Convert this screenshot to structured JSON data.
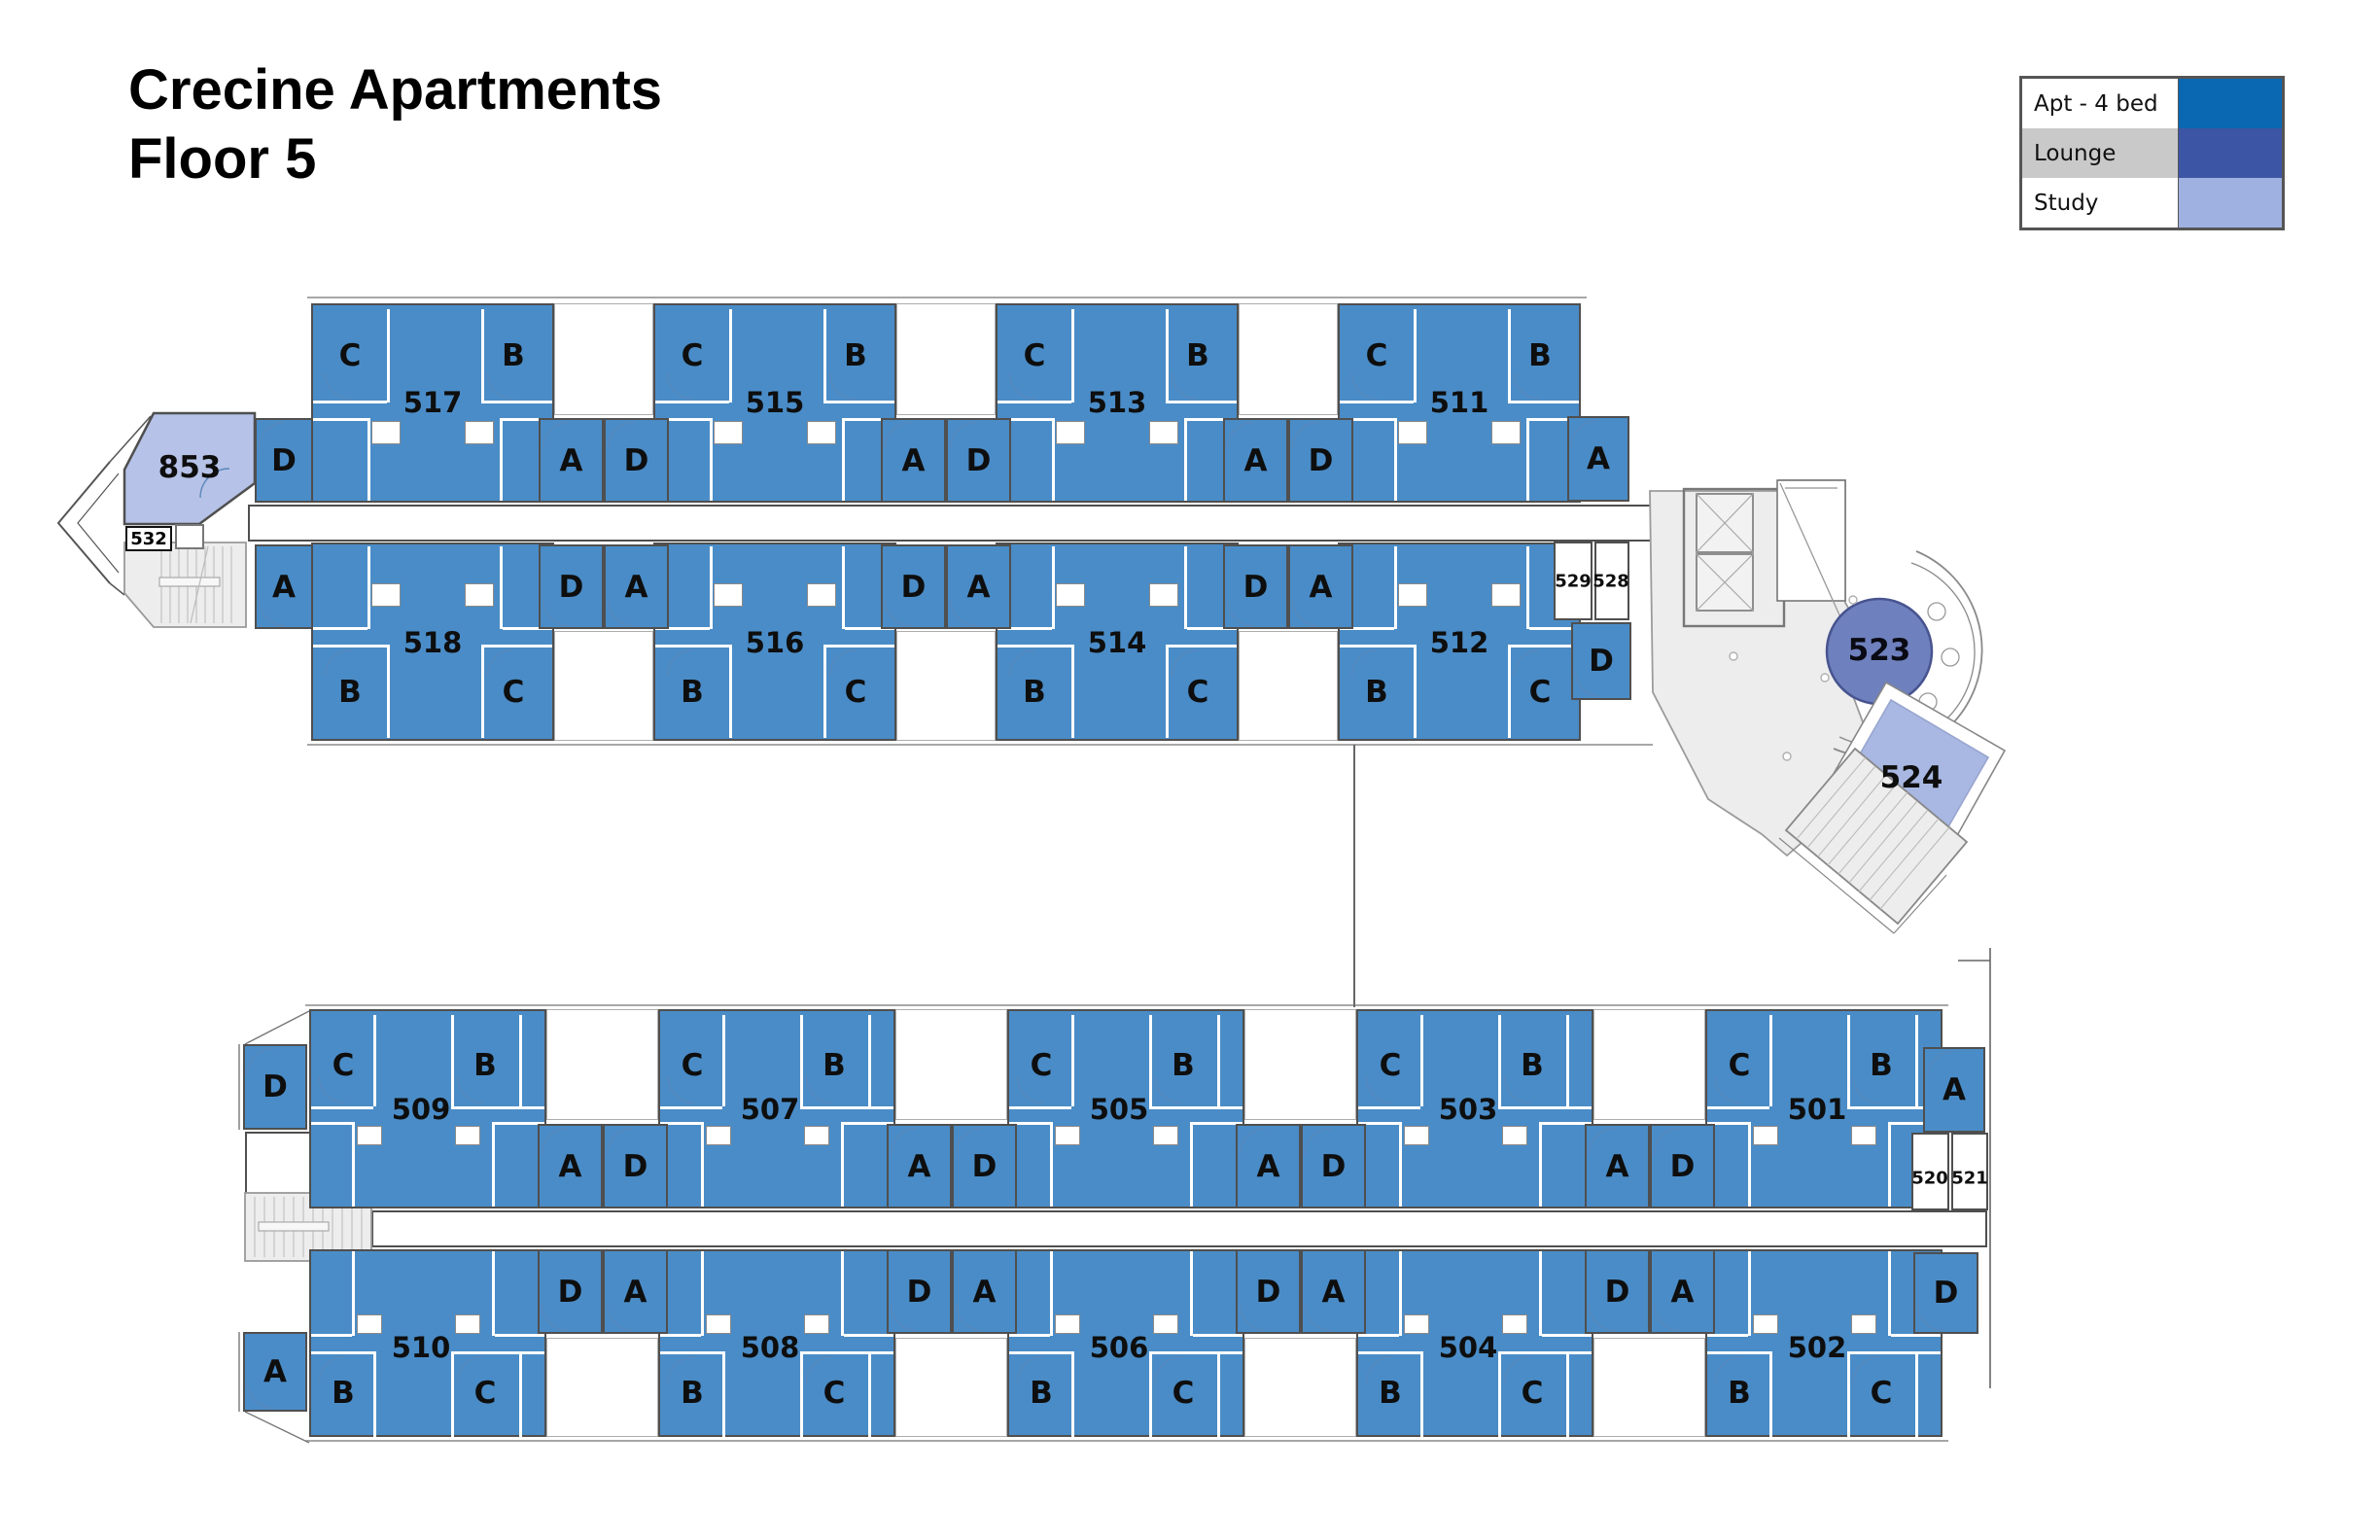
{
  "title": {
    "line1": "Crecine Apartments",
    "line2": "Floor 5"
  },
  "legend": {
    "items": [
      {
        "label": "Apt - 4 bed",
        "swatch": "#0a68b3",
        "label_bg": "#ffffff"
      },
      {
        "label": "Lounge",
        "swatch": "#3c55a4",
        "label_bg": "#c9c9c9"
      },
      {
        "label": "Study",
        "swatch": "#9fb1e0",
        "label_bg": "#ffffff"
      }
    ]
  },
  "colors": {
    "apartment_room": "#4a8cc7",
    "lounge_room": "#6e80bd",
    "study_room": "#a9b8e2",
    "study_room_west": "#b6c2e7",
    "stair_gray": "#ededed",
    "wall": "#4f4f4f"
  },
  "floor_plan": {
    "top_wing": {
      "north_row": [
        {
          "number": "517",
          "rooms": {
            "top_left": "C",
            "top_right": "B",
            "left": "D",
            "right": "A"
          }
        },
        {
          "number": "515",
          "rooms": {
            "top_left": "C",
            "top_right": "B",
            "left": "D",
            "right": "A"
          }
        },
        {
          "number": "513",
          "rooms": {
            "top_left": "C",
            "top_right": "B",
            "left": "D",
            "right": "A"
          }
        },
        {
          "number": "511",
          "rooms": {
            "top_left": "C",
            "top_right": "B",
            "left": "D",
            "right": "A"
          }
        }
      ],
      "south_row": [
        {
          "number": "518",
          "rooms": {
            "left": "A",
            "right": "D",
            "bottom_left": "B",
            "bottom_right": "C"
          }
        },
        {
          "number": "516",
          "rooms": {
            "left": "A",
            "right": "D",
            "bottom_left": "B",
            "bottom_right": "C"
          }
        },
        {
          "number": "514",
          "rooms": {
            "left": "A",
            "right": "D",
            "bottom_left": "B",
            "bottom_right": "C"
          }
        },
        {
          "number": "512",
          "rooms": {
            "left": "A",
            "right": "D",
            "bottom_left": "B",
            "bottom_right": "C"
          }
        }
      ],
      "study": {
        "number": "853"
      },
      "service": {
        "s532": "532",
        "s529": "529",
        "s528": "528"
      }
    },
    "bottom_wing": {
      "north_row": [
        {
          "number": "509",
          "rooms": {
            "top_left": "C",
            "top_right": "B",
            "left": "D",
            "right": "A"
          }
        },
        {
          "number": "507",
          "rooms": {
            "top_left": "C",
            "top_right": "B",
            "left": "D",
            "right": "A"
          }
        },
        {
          "number": "505",
          "rooms": {
            "top_left": "C",
            "top_right": "B",
            "left": "D",
            "right": "A"
          }
        },
        {
          "number": "503",
          "rooms": {
            "top_left": "C",
            "top_right": "B",
            "left": "D",
            "right": "A"
          }
        },
        {
          "number": "501",
          "rooms": {
            "top_left": "C",
            "top_right": "B",
            "left": "D",
            "right": "A"
          }
        }
      ],
      "south_row": [
        {
          "number": "510",
          "rooms": {
            "left": "A",
            "right": "D",
            "bottom_left": "B",
            "bottom_right": "C"
          }
        },
        {
          "number": "508",
          "rooms": {
            "left": "A",
            "right": "D",
            "bottom_left": "B",
            "bottom_right": "C"
          }
        },
        {
          "number": "506",
          "rooms": {
            "left": "A",
            "right": "D",
            "bottom_left": "B",
            "bottom_right": "C"
          }
        },
        {
          "number": "504",
          "rooms": {
            "left": "A",
            "right": "D",
            "bottom_left": "B",
            "bottom_right": "C"
          }
        },
        {
          "number": "502",
          "rooms": {
            "left": "A",
            "right": "D",
            "bottom_left": "B",
            "bottom_right": "C"
          }
        }
      ],
      "service": {
        "s520": "520",
        "s521": "521"
      }
    },
    "core": {
      "lounge": {
        "number": "523"
      },
      "study": {
        "number": "524"
      }
    }
  }
}
